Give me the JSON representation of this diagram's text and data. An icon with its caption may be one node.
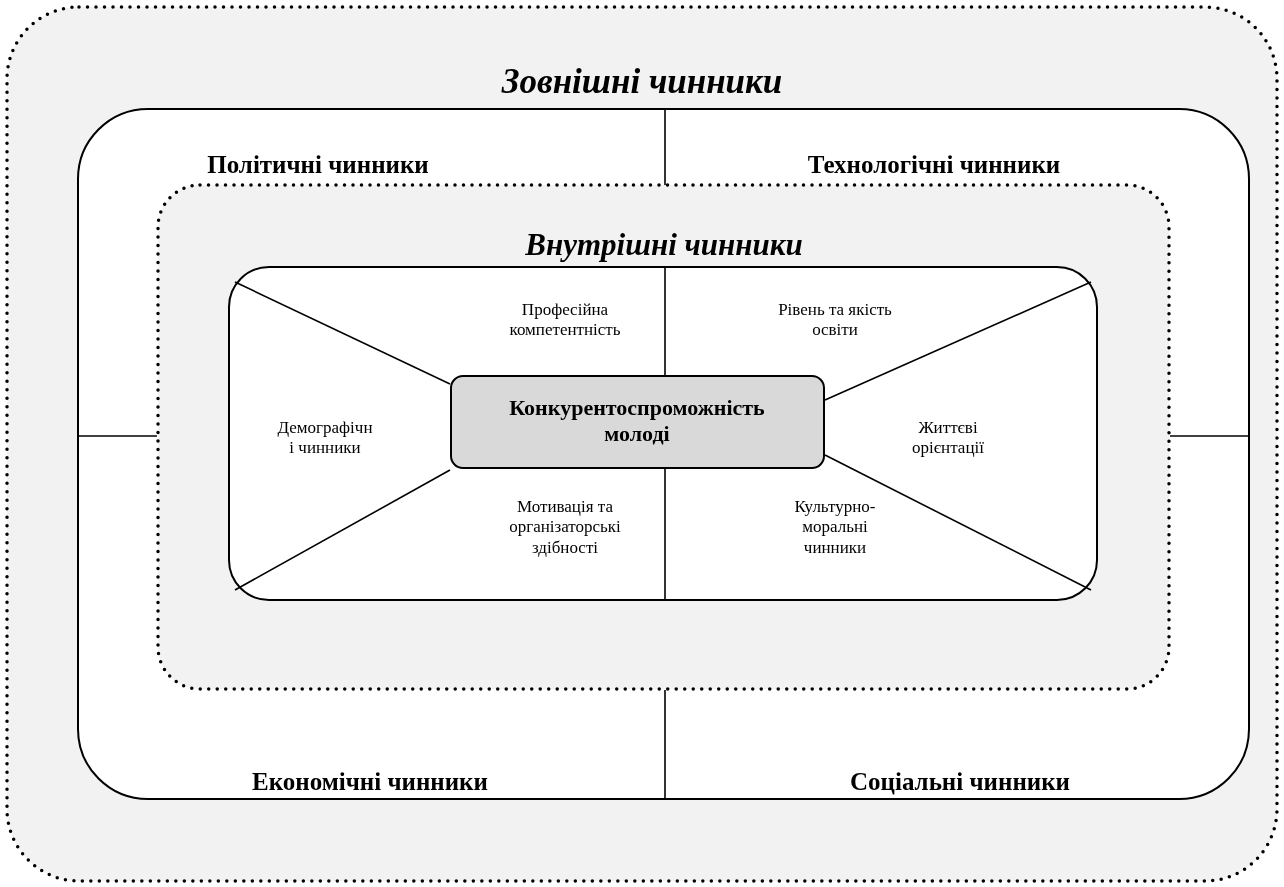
{
  "diagram": {
    "nodes": [
      {
        "text": [
          "Зовнішні чинники"
        ]
      },
      {
        "text": [
          "Політичні чинники",
          "Технологічні чинники",
          "Економічні чинники",
          "Соціальні чинники"
        ],
        "in": 0
      },
      {
        "text": [
          "Внутрішні чинники"
        ],
        "in": 1
      },
      {
        "text": [
          "Професійна компетентність",
          "Рівень та якість освіти",
          "Демографічн і чинники",
          "Життєві орієнтації",
          "Мотивація та організаторські здібності",
          "Культурно- моральні чинники"
        ],
        "in": 2
      },
      {
        "text": [
          "Конкурентоспроможність молоді"
        ],
        "in": 3
      }
    ]
  }
}
